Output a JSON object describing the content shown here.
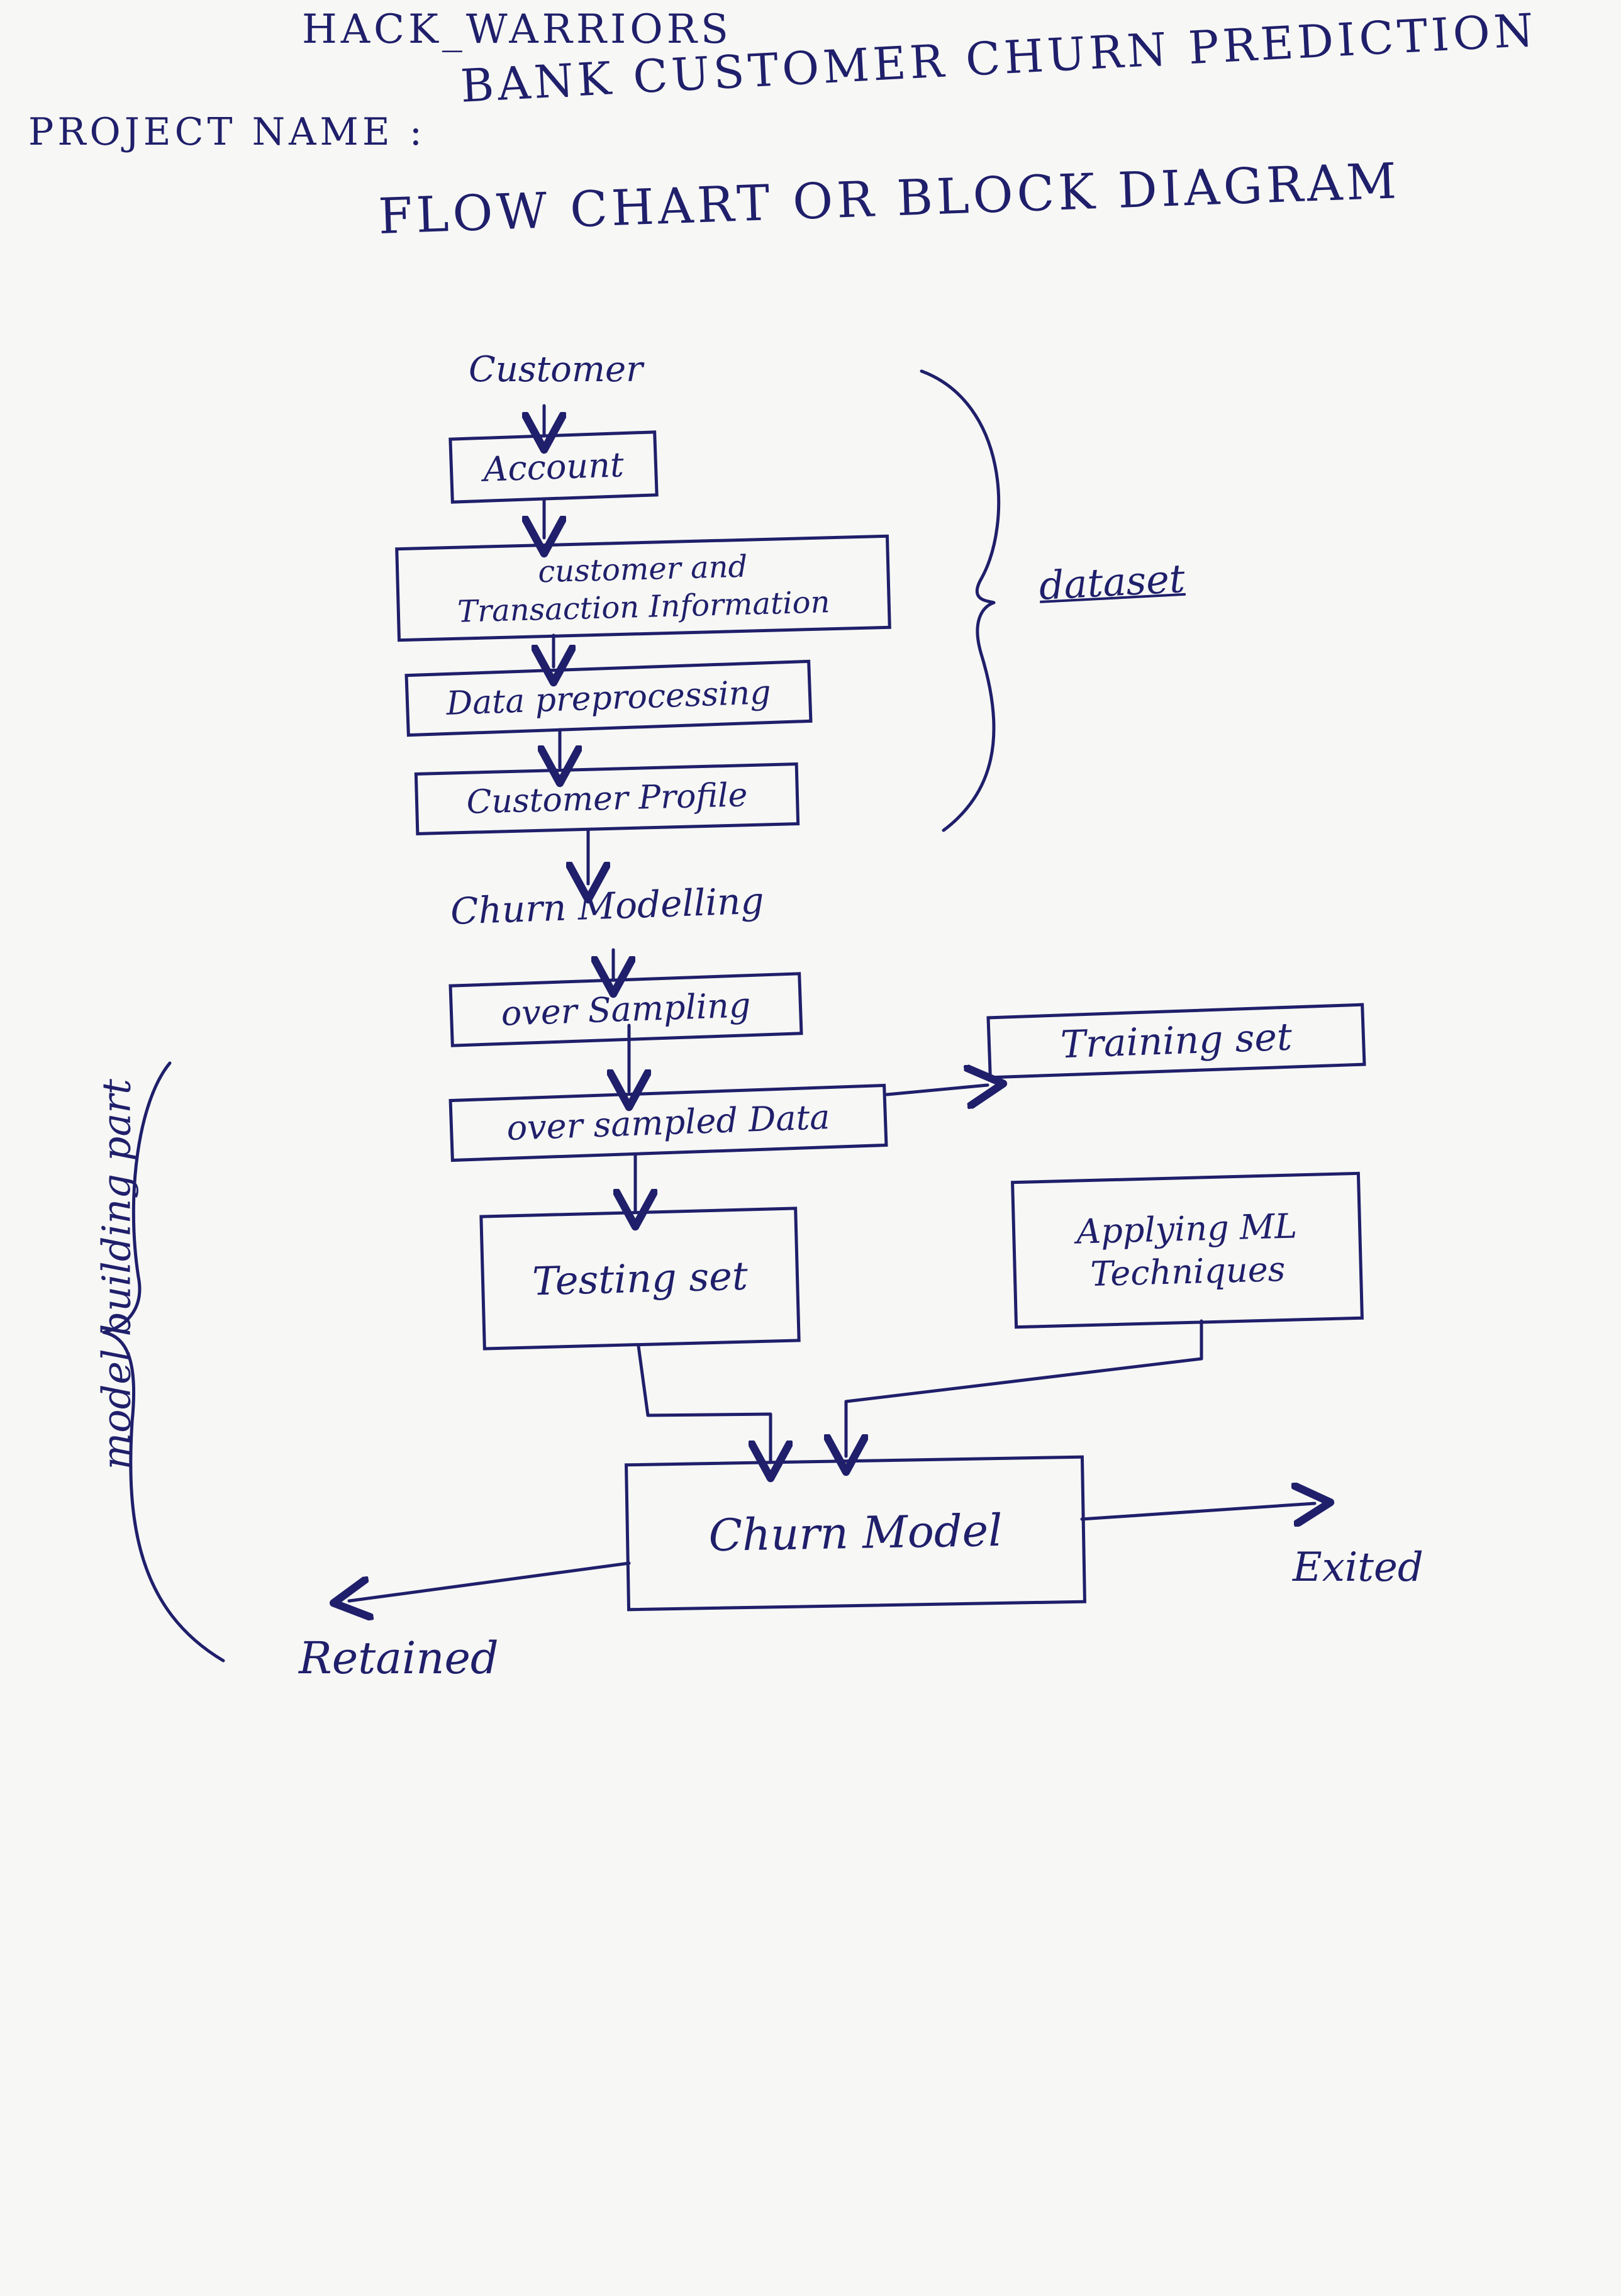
{
  "header": {
    "team": "HACK_WARRIORS",
    "project_prefix": "PROJECT NAME :",
    "project_name": "BANK CUSTOMER CHURN PREDICTION",
    "diagram_title": "FLOW CHART OR BLOCK DIAGRAM"
  },
  "flow": {
    "customer": "Customer",
    "account": "Account",
    "cust_tx_line1": "customer and",
    "cust_tx_line2": "Transaction Information",
    "preprocessing": "Data preprocessing",
    "profile": "Customer Profile",
    "churn_modelling": "Churn Modelling",
    "over_sampling": "over Sampling",
    "over_sampled_data": "over sampled Data",
    "training_set": "Training set",
    "testing_set": "Testing set",
    "ml_line1": "Applying ML",
    "ml_line2": "Techniques",
    "churn_model": "Churn Model",
    "retained": "Retained",
    "exited": "Exited"
  },
  "braces": {
    "dataset": "dataset",
    "model_building": "model building part"
  }
}
